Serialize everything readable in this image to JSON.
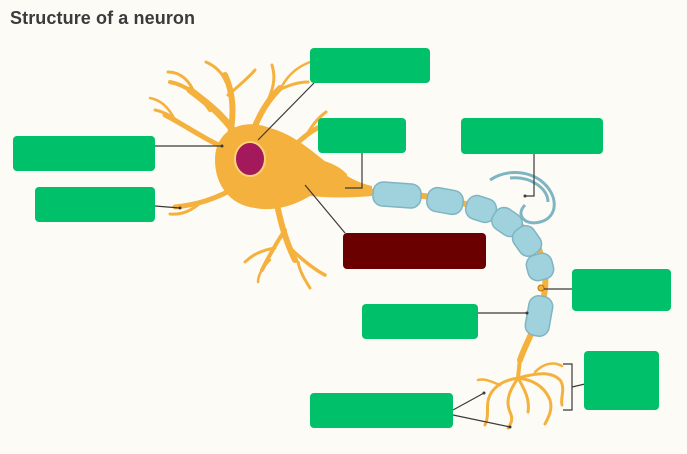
{
  "title": "Structure of a neuron",
  "colors": {
    "label_box": "#00c06a",
    "selected_box": "#6b0000",
    "dendrite": "#f5b13d",
    "nucleus": "#a3195b",
    "myelin": "#9fd2dc",
    "leader_line": "#3a3a3a",
    "background": "#fdfbf6"
  },
  "labels": [
    {
      "id": "top-center",
      "text": "",
      "state": "empty"
    },
    {
      "id": "left-upper",
      "text": "",
      "state": "empty"
    },
    {
      "id": "left-lower",
      "text": "",
      "state": "empty"
    },
    {
      "id": "center-upper",
      "text": "",
      "state": "empty"
    },
    {
      "id": "right-upper",
      "text": "",
      "state": "empty"
    },
    {
      "id": "center-selected",
      "text": "",
      "state": "selected"
    },
    {
      "id": "right-middle",
      "text": "",
      "state": "empty"
    },
    {
      "id": "center-lower",
      "text": "",
      "state": "empty"
    },
    {
      "id": "right-lower",
      "text": "",
      "state": "empty"
    },
    {
      "id": "bottom-left",
      "text": "",
      "state": "empty"
    }
  ]
}
